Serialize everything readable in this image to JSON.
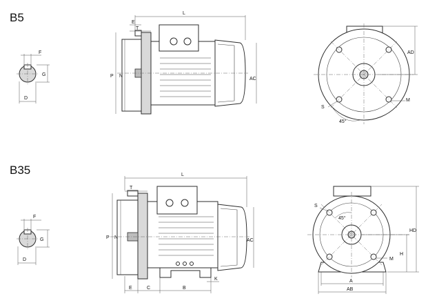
{
  "views": {
    "b5": {
      "title": "B5",
      "shaft": {
        "F": "F",
        "G": "G",
        "D": "D"
      },
      "side": {
        "L": "L",
        "E": "E",
        "T": "T",
        "P": "P",
        "N": "N",
        "AC": "AC"
      },
      "front": {
        "AD": "AD",
        "M": "M",
        "S": "S",
        "angle": "45°"
      }
    },
    "b35": {
      "title": "B35",
      "shaft": {
        "F": "F",
        "G": "G",
        "D": "D"
      },
      "side": {
        "L": "L",
        "T": "T",
        "P": "P",
        "N": "N",
        "AC": "AC",
        "K": "K",
        "E": "E",
        "C": "C",
        "B": "B"
      },
      "front": {
        "S": "S",
        "angle": "45°",
        "HD": "HD",
        "H": "H",
        "M": "M",
        "A": "A",
        "AB": "AB"
      }
    }
  }
}
